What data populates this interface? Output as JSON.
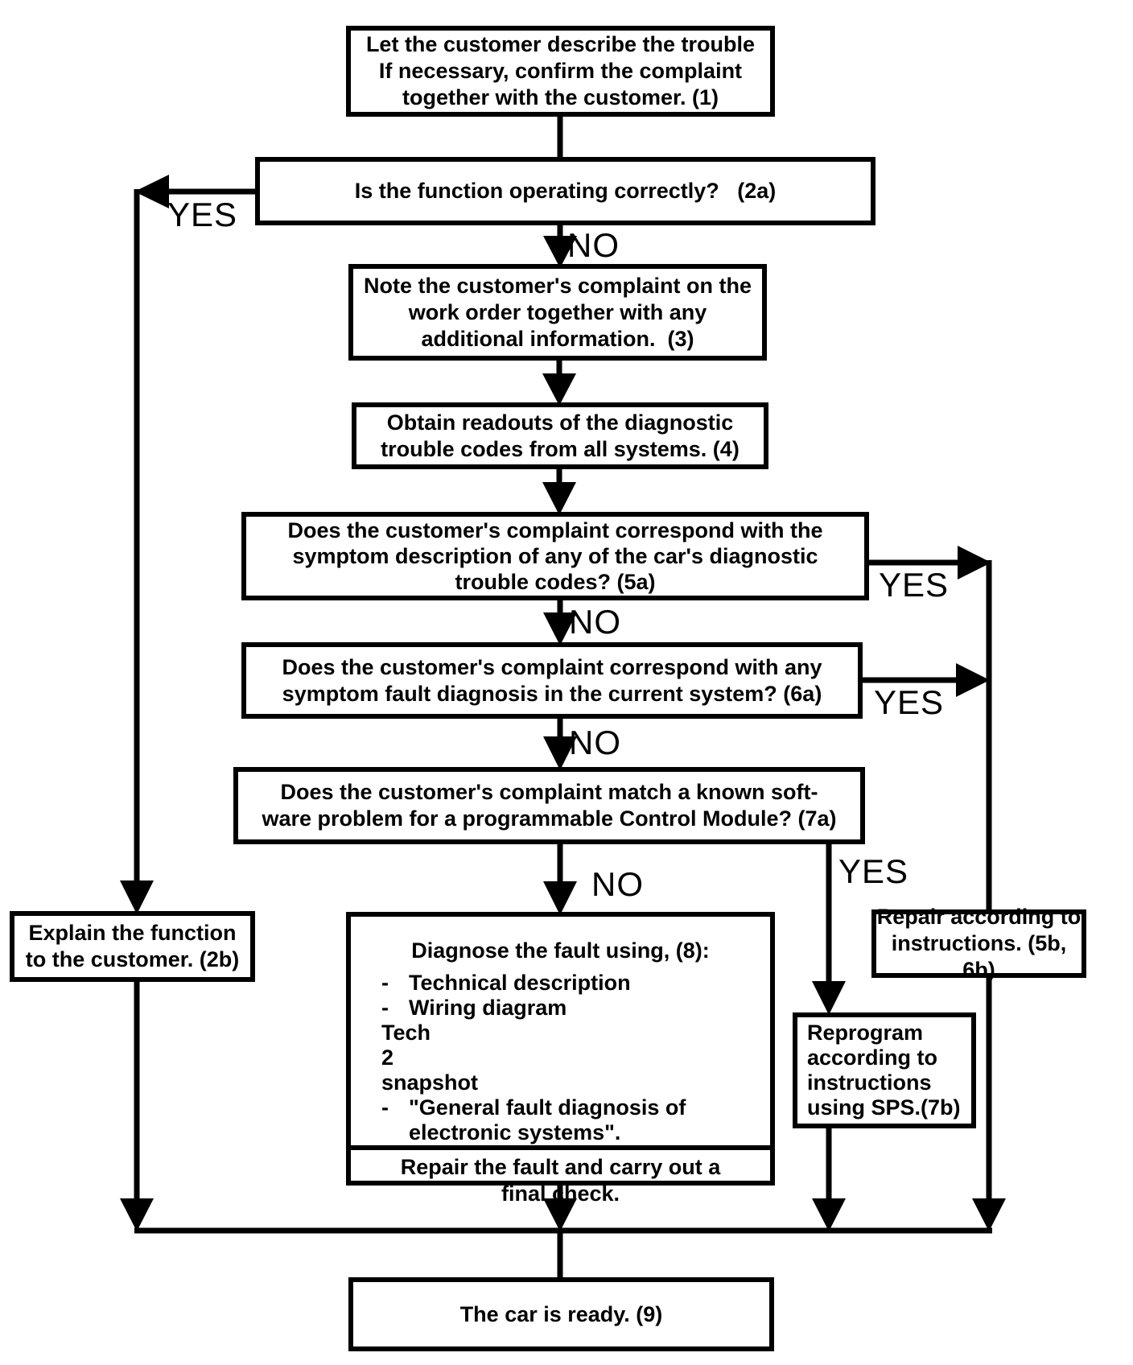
{
  "flowchart": {
    "nodes": {
      "n1": {
        "lines": [
          "Let the customer describe the trouble",
          "If necessary, confirm the complaint",
          "together with the customer. (1)"
        ]
      },
      "n2a": {
        "text": "Is the function operating correctly?   (2a)"
      },
      "n2b": {
        "lines": [
          "Explain the function",
          "to the customer. (2b)"
        ]
      },
      "n3": {
        "lines": [
          "Note the customer's complaint on the",
          "work order together with any",
          "additional information.  (3)"
        ]
      },
      "n4": {
        "lines": [
          "Obtain readouts of the diagnostic",
          "trouble codes from all systems. (4)"
        ]
      },
      "n5a": {
        "lines": [
          "Does the customer's complaint correspond with the",
          "symptom description of any of the car's diagnostic",
          "trouble codes? (5a)"
        ]
      },
      "n5b6b": {
        "lines": [
          "Repair according to",
          "instructions. (5b, 6b)"
        ]
      },
      "n6a": {
        "lines": [
          "Does the customer's complaint correspond with any",
          "symptom fault diagnosis in the current system? (6a)"
        ]
      },
      "n7a": {
        "lines": [
          "Does the customer's complaint match a known soft-",
          "ware problem for a programmable Control Module? (7a)"
        ]
      },
      "n7b": {
        "lines": [
          "Reprogram",
          "according to",
          "instructions",
          "using SPS.(7b)"
        ]
      },
      "n8": {
        "title": "Diagnose the fault using, (8):",
        "bullet_dash": "-",
        "bullets": [
          "Technical description",
          "Wiring diagram",
          "Tech 2 snapshot",
          "\"General fault diagnosis of electronic systems\"."
        ],
        "footer_lines": [
          "Repair the fault and carry out a",
          "final check."
        ]
      },
      "n9": {
        "text": "The car is ready. (9)"
      }
    },
    "branch_labels": {
      "yes_2a": "YES",
      "no_2a": "NO",
      "yes_5a": "YES",
      "no_5a": "NO",
      "yes_6a": "YES",
      "no_6a": "NO",
      "yes_7a": "YES",
      "no_7a": "NO"
    },
    "colors": {
      "ink": "#000000",
      "paper": "#ffffff"
    }
  }
}
